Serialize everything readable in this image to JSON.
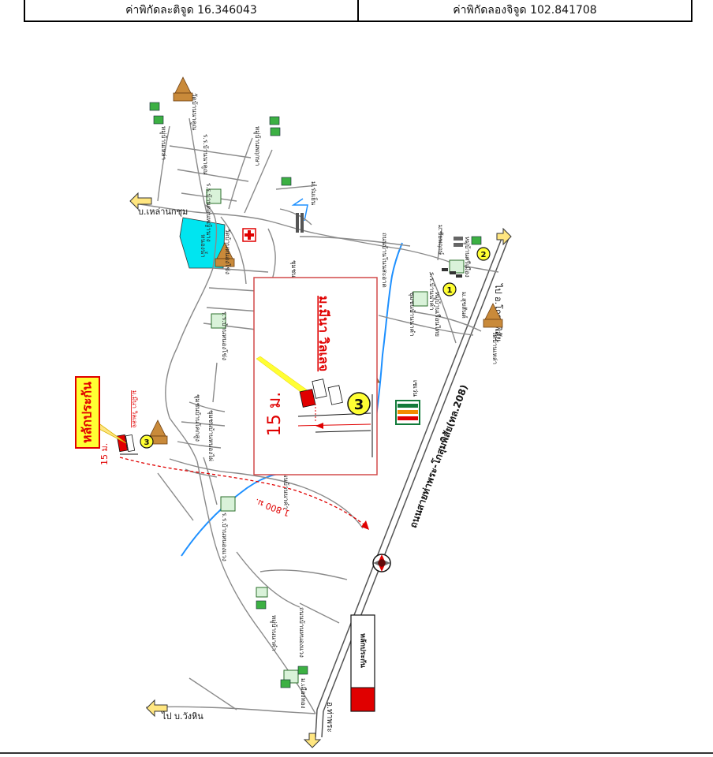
{
  "coordinates": {
    "latitude_label": "ค่าพิกัดละติจูด 16.346043",
    "longitude_label": "ค่าพิกัดลองจิจูด 102.841708"
  },
  "map": {
    "callout_title": "หลักประกัน",
    "distance_small": "15 ม.",
    "distance_large": "15 ม.",
    "village_large": "ม.มีนา วิลเลจ",
    "village_small": "ม.มีนา วิลเลจ",
    "route_distance": "1,800 ม.",
    "highway_label": "ถนนสายท่าพระ-โกสุมพิสัย(ทล.208)",
    "dest_north": "บ.เหล่านกชุม",
    "dest_southwest": "ไป บ.วังหิน",
    "dest_east": "ไป อ.โกสุมพิสัย",
    "junction_label": "อ.ท่าพระ",
    "legend_label": "หลักประกัน",
    "marker_1": "1",
    "marker_2": "2",
    "marker_3": "3",
    "marker_3_zoom": "3",
    "store_label": "เซเว่น",
    "lake_label": "หนองน้ำ",
    "places": [
      "วัดบ้านนาคูณ",
      "หมู่บ้านเหล่า",
      "หมู่บ้านพฤกษา",
      "ร.ร.บ้านนาคูณ",
      "ร.ร.บ้านดอนหญ้านาง",
      "ชุมชนบ้านโนนสะอาด",
      "วัดบ้านหนองโข่ง",
      "ร.ร.บ้านหนองโข่ง",
      "ชุมชนบ้านโคกสูง",
      "ชุมชนบ้านหนองไผ่",
      "ชุมชนบ้านนาคำ",
      "ร.ร.บ้านนาคำ",
      "หมู่บ้านศรีเมือง",
      "หมู่บ้านเรือนไทย",
      "วัดบ้านเหล่า",
      "ม.ชัยพฤกษ์",
      "ม.สุขสันต์",
      "หมู่บ้านนาคำ",
      "ร.ร.บ้านหนองแวง",
      "ม.เมืองทอง",
      "ม.ร่มเย็น",
      "ถนนบ้านโนนสะอาด",
      "ถนนบ้านหนองแวง",
      "ถนนบ้านนาคำ"
    ]
  },
  "colors": {
    "road": "#8a8a8a",
    "river": "#1e90ff",
    "lake": "#00e5f0",
    "marker_yellow": "#ffff33",
    "red": "#e00000",
    "arrow_yellow": "#ffe680",
    "frame": "#d24a4a"
  }
}
